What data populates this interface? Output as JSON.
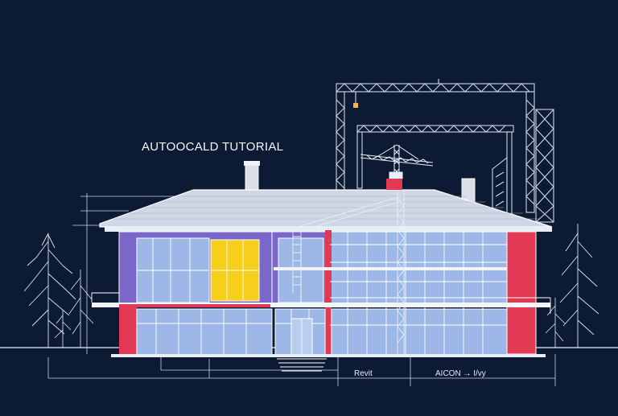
{
  "title": "AUTOOCALD TUTORIAL",
  "labels": {
    "revit": "Revit",
    "aicon": "AICON → I/vy"
  },
  "colors": {
    "background": "#0d1a33",
    "line": "#e8eef8",
    "purple": "#7b66c9",
    "blue": "#9db8e6",
    "yellow": "#f6cf1a",
    "red": "#e23a55",
    "roof": "#d6dde9"
  }
}
